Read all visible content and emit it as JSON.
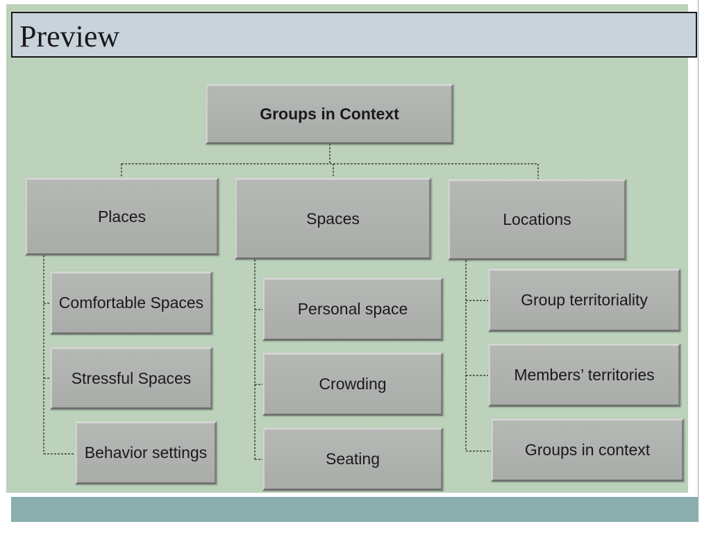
{
  "title": "Preview",
  "diagram": {
    "root": "Groups in Context",
    "categories": [
      {
        "label": "Places",
        "children": [
          "Comfortable Spaces",
          "Stressful Spaces",
          "Behavior settings"
        ]
      },
      {
        "label": "Spaces",
        "children": [
          "Personal space",
          "Crowding",
          "Seating"
        ]
      },
      {
        "label": "Locations",
        "children": [
          "Group territoriality",
          "Members’ territories",
          "Groups in context"
        ]
      }
    ]
  }
}
